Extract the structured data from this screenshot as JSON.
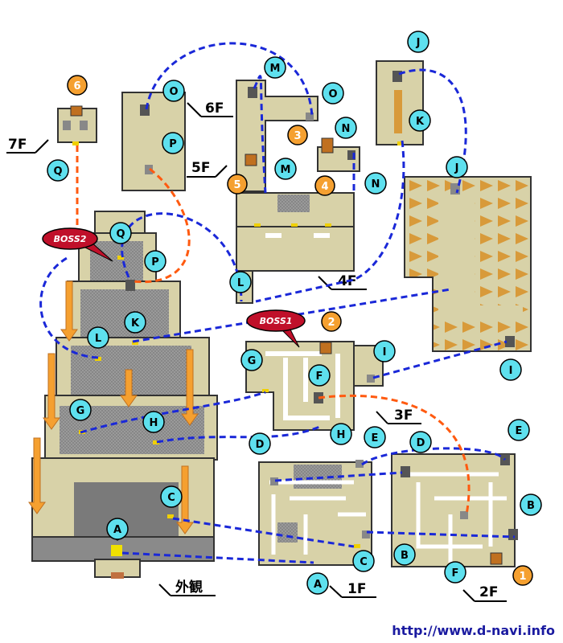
{
  "floors": {
    "f7": "7F",
    "f6": "6F",
    "f5": "5F",
    "f4": "4F",
    "f3": "3F",
    "f2": "2F",
    "f1": "1F",
    "exterior": "外観"
  },
  "markers": {
    "A1": "A",
    "A2": "A",
    "B1": "B",
    "B2": "B",
    "C1": "C",
    "C2": "C",
    "D1": "D",
    "D2": "D",
    "E1": "E",
    "E2": "E",
    "F1": "F",
    "F2": "F",
    "G1": "G",
    "G2": "G",
    "H1": "H",
    "H2": "H",
    "I1": "I",
    "I2": "I",
    "J1": "J",
    "J2": "J",
    "K1": "K",
    "K2": "K",
    "L1": "L",
    "L2": "L",
    "M1": "M",
    "M2": "M",
    "N1": "N",
    "N2": "N",
    "O1": "O",
    "O2": "O",
    "P1": "P",
    "P2": "P",
    "Q1": "Q",
    "Q2": "Q"
  },
  "treasures": [
    "1",
    "2",
    "3",
    "4",
    "5",
    "6"
  ],
  "bosses": [
    "BOSS1",
    "BOSS2"
  ],
  "url": "http://www.d-navi.info",
  "colors": {
    "floor": "#d8d2a8",
    "wall": "#8a8a8a",
    "marker": "#5ee0ee",
    "treasure_marker": "#f5a030",
    "boss": "#c0102a",
    "route_blue": "#1a28d8",
    "route_orange": "#ff5a10",
    "arrow_tile": "#d89a3a"
  }
}
